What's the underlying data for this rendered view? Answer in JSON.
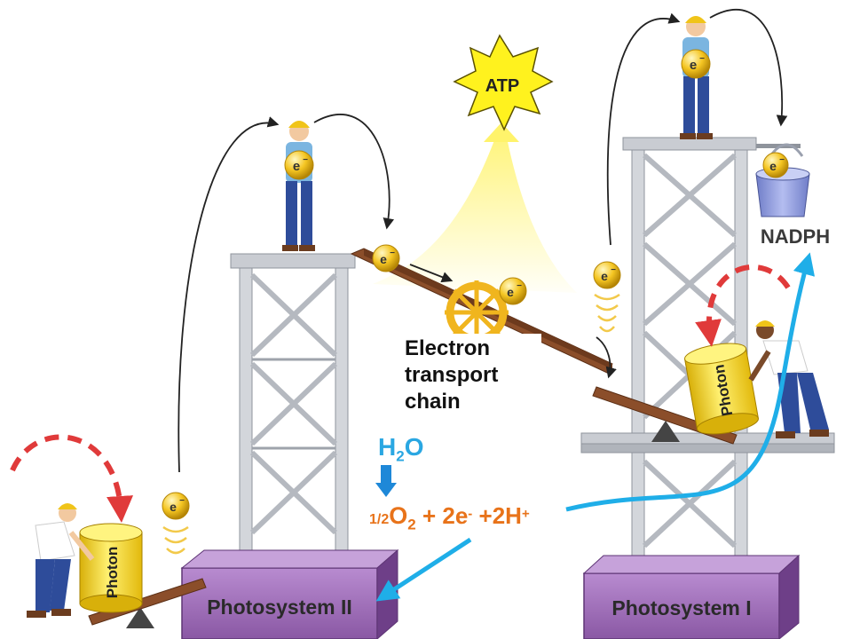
{
  "atp_label": "ATP",
  "nadph_label": "NADPH",
  "electron_symbol": "e",
  "electron_charge": "−",
  "photon_label": "Photon",
  "photosystem_ii_label": "Photosystem II",
  "photosystem_i_label": "Photosystem I",
  "etc_label": {
    "line1": "Electron",
    "line2": "transport",
    "line3": "chain"
  },
  "water": {
    "h": "H",
    "sub": "2",
    "o": "O"
  },
  "equation": {
    "half": "1/2",
    "o": "O",
    "o_sub": "2",
    "electrons": " + 2e",
    "electrons_sup": "-",
    "protons": " +2H",
    "protons_sup": "+"
  },
  "colors": {
    "tower": "#c9ccd2",
    "tower_edge": "#8f949c",
    "photosystem_box": "#9a66b4",
    "electron": "#f5c623",
    "photon": "#f4d21a",
    "atp_burst": "#fff21e",
    "red_dashed_arrow": "#e03a3a",
    "blue_arrow": "#1faee8",
    "equation_orange": "#e8731a"
  }
}
